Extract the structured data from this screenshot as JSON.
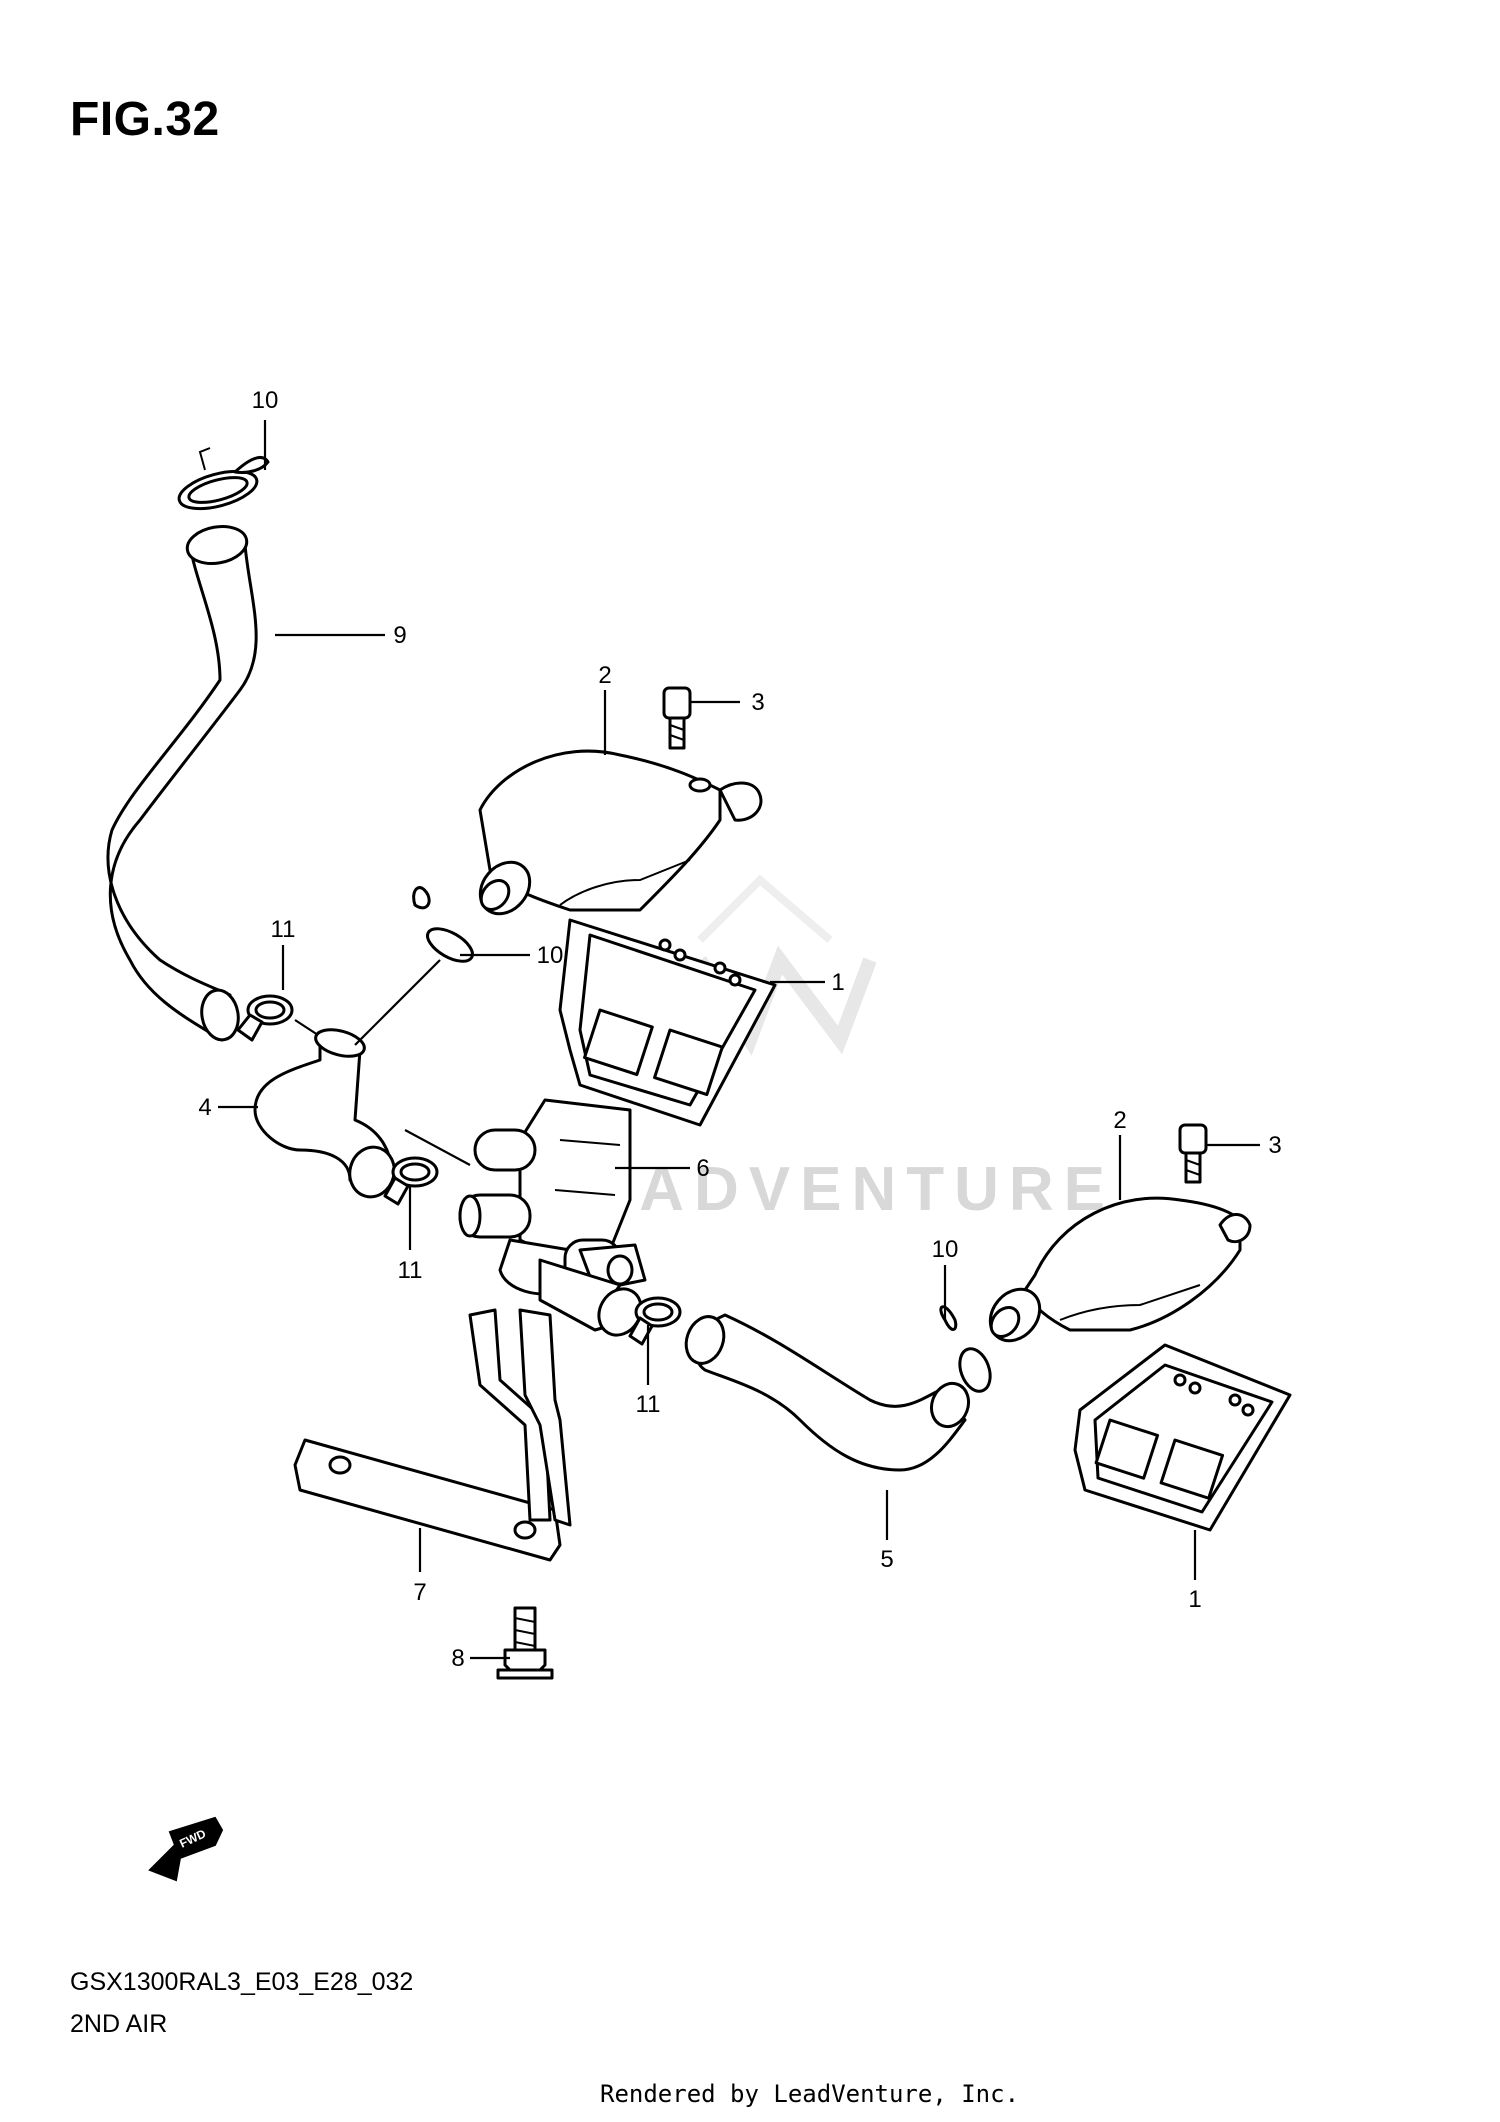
{
  "figure": {
    "title": "FIG.32"
  },
  "footer": {
    "diagram_code": "GSX1300RAL3_E03_E28_032",
    "assembly_name": "2ND AIR",
    "rendered_by": "Rendered by LeadVenture, Inc."
  },
  "watermark": {
    "text": "LEADVENTURE"
  },
  "fwd_label": "FWD",
  "callouts": [
    {
      "id": "c10a",
      "label": "10"
    },
    {
      "id": "c9",
      "label": "9"
    },
    {
      "id": "c2a",
      "label": "2"
    },
    {
      "id": "c3a",
      "label": "3"
    },
    {
      "id": "c11a",
      "label": "11"
    },
    {
      "id": "c10b",
      "label": "10"
    },
    {
      "id": "c1a",
      "label": "1"
    },
    {
      "id": "c4",
      "label": "4"
    },
    {
      "id": "c6",
      "label": "6"
    },
    {
      "id": "c11b",
      "label": "11"
    },
    {
      "id": "c2b",
      "label": "2"
    },
    {
      "id": "c3b",
      "label": "3"
    },
    {
      "id": "c10c",
      "label": "10"
    },
    {
      "id": "c11c",
      "label": "11"
    },
    {
      "id": "c7",
      "label": "7"
    },
    {
      "id": "c5",
      "label": "5"
    },
    {
      "id": "c1b",
      "label": "1"
    },
    {
      "id": "c8",
      "label": "8"
    }
  ]
}
